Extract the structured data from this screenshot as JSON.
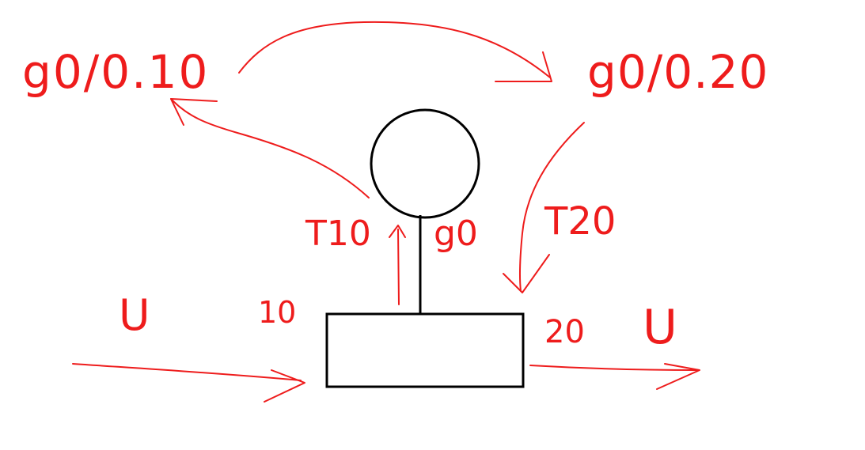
{
  "diagram": {
    "ink_color": "#ee1c1c",
    "shape_color": "#000000",
    "labels": {
      "top_left": "g0/0.10",
      "top_right": "g0/0.20",
      "t10": "T10",
      "g0": "g0",
      "t20": "T20",
      "u_left": "U",
      "in_10": "10",
      "out_20": "20",
      "u_right": "U"
    }
  }
}
